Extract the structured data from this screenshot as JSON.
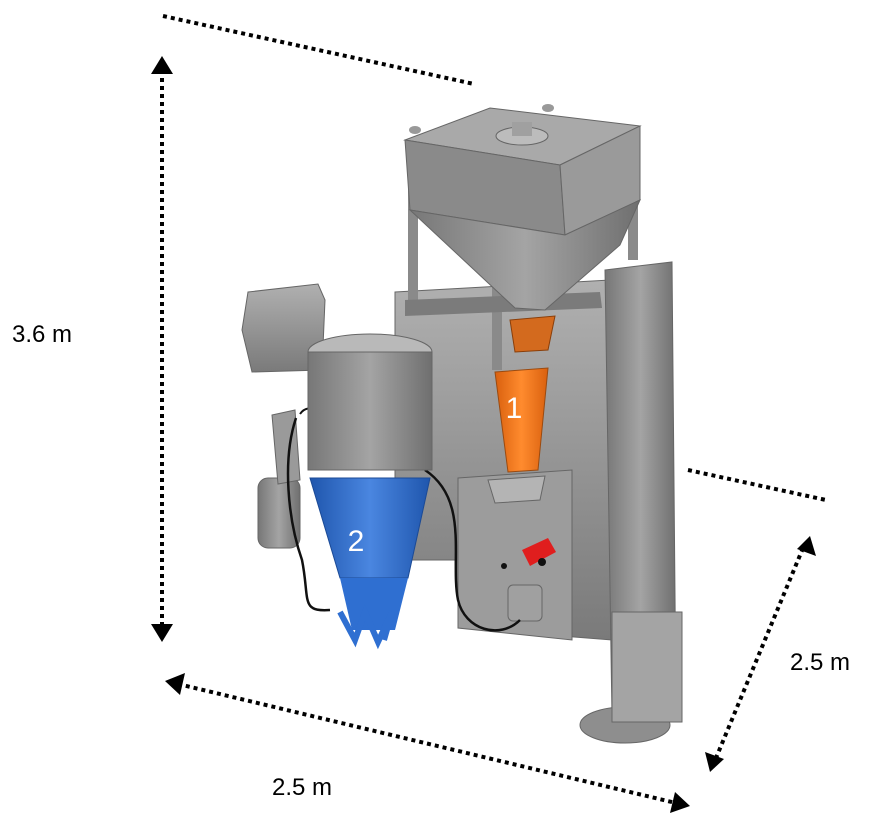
{
  "dimensions": {
    "height_label": "3.6 m",
    "width_label": "2.5 m",
    "depth_label": "2.5 m"
  },
  "components": {
    "orange_label": "1",
    "blue_label": "2"
  },
  "colors": {
    "orange": "#f07a1e",
    "blue": "#2f6fd1",
    "machine_grey": "#8f8f8f"
  }
}
